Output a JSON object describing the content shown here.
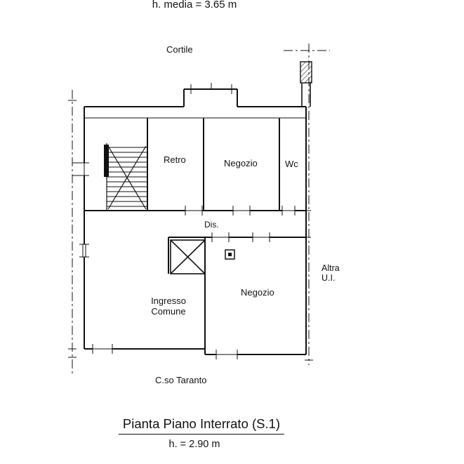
{
  "header": {
    "height_note": "h. media = 3.65 m"
  },
  "plan": {
    "labels": {
      "cortile": "Cortile",
      "retro": "Retro",
      "negozio_top": "Negozio",
      "wc": "Wc",
      "dis": "Dis.",
      "negozio_bottom": "Negozio",
      "ingresso_line1": "Ingresso",
      "ingresso_line2": "Comune",
      "altra_line1": "Altra",
      "altra_line2": "U.I.",
      "street": "C.so Taranto"
    }
  },
  "footer": {
    "title": "Pianta Piano Interrato (S.1)",
    "height_note": "h. = 2.90 m"
  },
  "colors": {
    "line": "#111111",
    "background": "#ffffff"
  }
}
